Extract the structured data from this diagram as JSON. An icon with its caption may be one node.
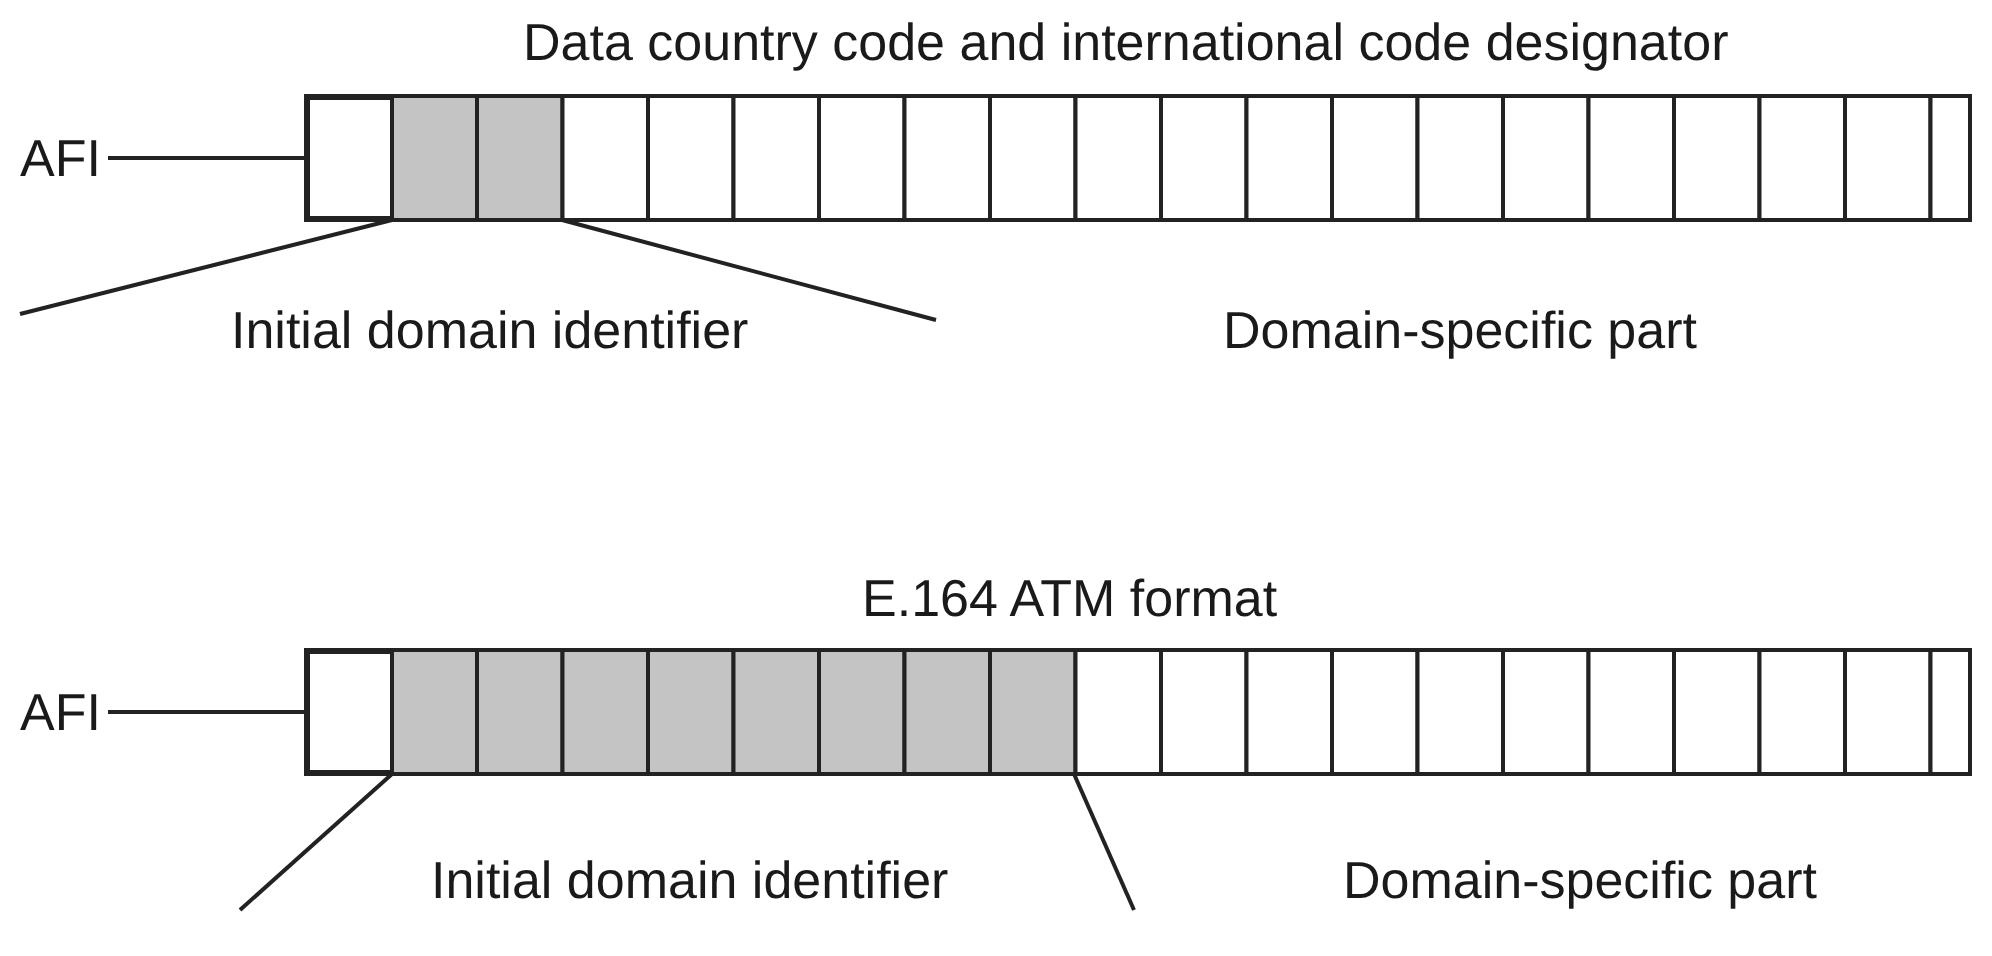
{
  "diagram": {
    "nodes": [
      {
        "text": [
          "AFI"
        ]
      },
      {
        "text": [],
        "shape": "box"
      },
      {
        "text": [
          "AFI"
        ]
      },
      {
        "text": [],
        "shape": "box"
      }
    ],
    "edges": [
      {
        "from": 0,
        "to": 1,
        "arrow": "none"
      },
      {
        "from": 2,
        "to": 3,
        "arrow": "none"
      }
    ],
    "labels": [
      "Data country code and international code designator",
      "Initial domain identifier",
      "Domain-specific part",
      "E.164 ATM format",
      "Initial domain identifier",
      "Domain-specific part"
    ]
  }
}
